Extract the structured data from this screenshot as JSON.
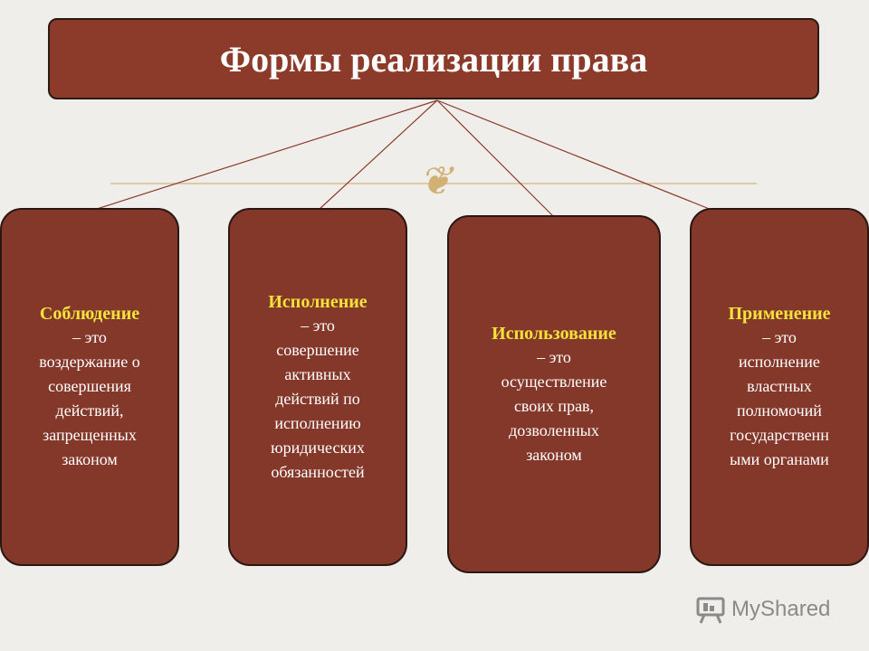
{
  "title": "Формы реализации права",
  "ornament": "❦",
  "cards": [
    {
      "term": "Соблюдение",
      "desc": "– это\nвоздержание о\nсовершения\nдействий,\nзапрещенных\nзаконом"
    },
    {
      "term": "Исполнение",
      "desc": "– это\nсовершение\nактивных\nдействий по\nисполнению\nюридических\nобязанностей"
    },
    {
      "term": "Использование",
      "desc": "– это\nосуществление\nсвоих прав,\nдозволенных\nзаконом"
    },
    {
      "term": "Применение",
      "desc": "– это\nисполнение\nвластных\nполномочий\nгосударственн\nыми органами"
    }
  ],
  "watermark": {
    "text": "MyShared",
    "icon": "presentation-board-icon"
  },
  "colors": {
    "box": "#84382a",
    "term": "#f6e23a",
    "line": "#8c3a29",
    "rule": "#d2b175"
  }
}
